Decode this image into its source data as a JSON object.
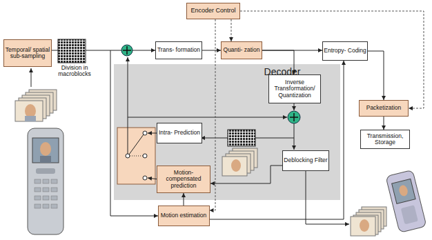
{
  "diagram": {
    "nodes": [
      {
        "text": [
          "Encoder Control"
        ]
      },
      {
        "text": [
          "Temporal/ spatial sub-sampling"
        ]
      },
      {
        "text": [
          "Trans- formation"
        ]
      },
      {
        "text": [
          "Quanti- zation"
        ]
      },
      {
        "text": [
          "Entropy- Coding"
        ]
      },
      {
        "text": [
          "Decoder"
        ]
      },
      {
        "text": [
          "Inverse Transformation/ Quantization"
        ],
        "in": 5
      },
      {
        "text": [
          "Packetization"
        ]
      },
      {
        "text": [
          "Intra- Prediction"
        ],
        "in": 5
      },
      {
        "text": [
          "Transmission, Storage"
        ]
      },
      {
        "text": [
          "Deblocking Filter"
        ],
        "in": 5
      },
      {
        "text": [
          "Motion- compensated prediction"
        ],
        "in": 5
      },
      {
        "text": [
          "Motion estimation"
        ]
      }
    ],
    "edges": [
      {
        "from": 0,
        "to": 3,
        "arrow": "to"
      },
      {
        "from": 0,
        "to": 7,
        "arrow": "to"
      },
      {
        "from": 0,
        "to": 12,
        "arrow": "to"
      },
      {
        "from": 1,
        "to": 2,
        "arrow": "to"
      },
      {
        "from": 2,
        "to": 3,
        "arrow": "to"
      },
      {
        "from": 3,
        "to": 4,
        "arrow": "to"
      },
      {
        "from": 3,
        "to": 6,
        "arrow": "to"
      },
      {
        "from": 4,
        "to": 7,
        "arrow": "to"
      },
      {
        "from": 7,
        "to": 9,
        "arrow": "to"
      },
      {
        "from": 12,
        "to": 11,
        "arrow": "to"
      },
      {
        "from": 12,
        "to": 4,
        "arrow": "to"
      },
      {
        "from": 10,
        "to": 11,
        "arrow": "to"
      }
    ],
    "labels": [
      "Division in macroblocks"
    ]
  }
}
